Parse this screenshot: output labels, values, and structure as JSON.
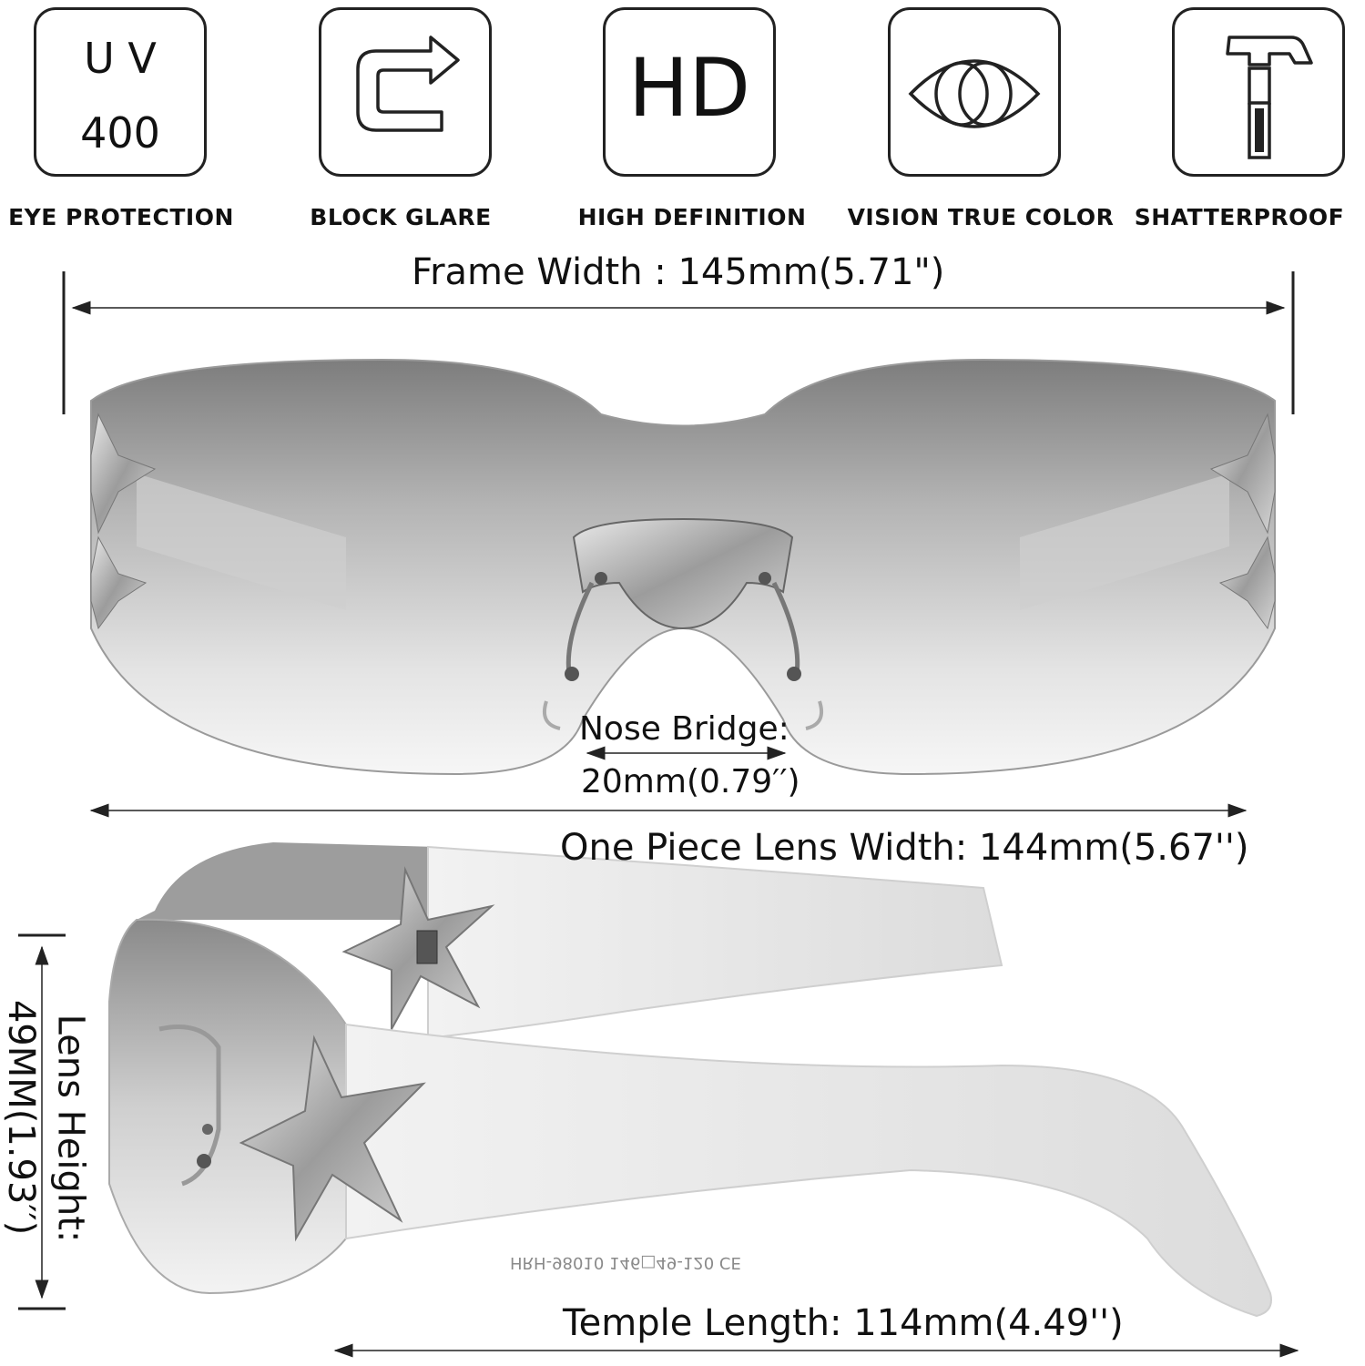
{
  "features": [
    {
      "id": "uv",
      "icon": "uv400-badge-icon",
      "badge_line1": "U V",
      "badge_line2": "400",
      "caption": "EYE PROTECTION"
    },
    {
      "id": "glare",
      "icon": "u-turn-arrow-icon",
      "caption": "BLOCK GLARE"
    },
    {
      "id": "hd",
      "icon": "hd-badge-icon",
      "badge_text": "HD",
      "caption": "HIGH DEFINITION"
    },
    {
      "id": "color",
      "icon": "eye-icon",
      "caption": "VISION TRUE COLOR"
    },
    {
      "id": "shatter",
      "icon": "hammer-icon",
      "caption": "SHATTERPROOF"
    }
  ],
  "dimensions": {
    "frame_width": "Frame Width : 145mm(5.71\")",
    "nose_bridge_label": "Nose Bridge:",
    "nose_bridge_value": "20mm(0.79′′)",
    "lens_width": "One Piece Lens Width: 144mm(5.67'')",
    "lens_height_label": "Lens Height:",
    "lens_height_value": "49MM(1.93′′)",
    "temple_length": "Temple Length: 114mm(4.49'')"
  },
  "product": {
    "temple_imprint": "HRH-98010 146□49-120 CE"
  },
  "colors": {
    "line": "#222222",
    "lens_dark": "#8a8a8a",
    "lens_light": "#f4f4f4",
    "silver": "#b8b8b8"
  }
}
